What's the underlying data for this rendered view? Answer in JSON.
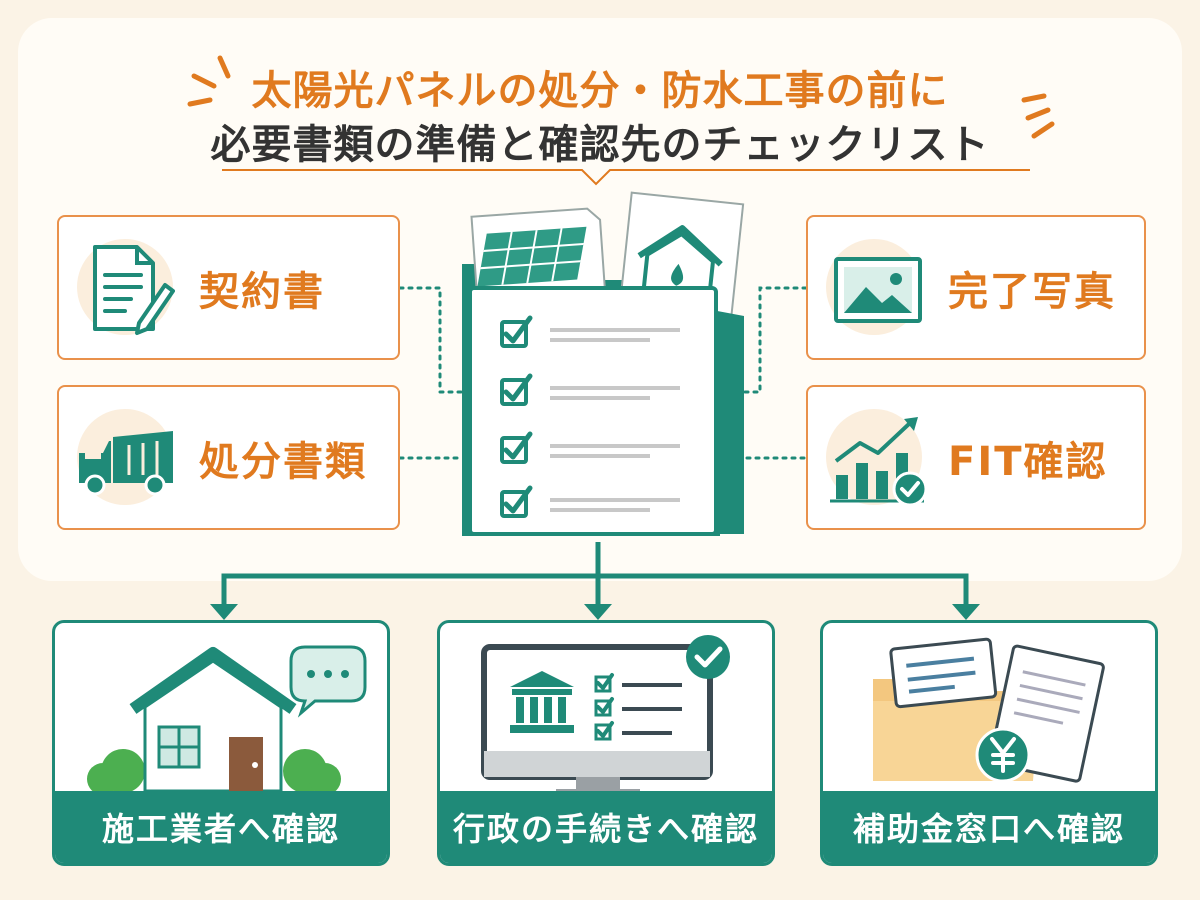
{
  "header": {
    "title_line1": "太陽光パネルの処分・防水工事の前に",
    "title_line2": "必要書類の準備と確認先のチェックリスト"
  },
  "documents": [
    {
      "label": "契約書",
      "icon": "contract-pen-icon"
    },
    {
      "label": "処分書類",
      "icon": "garbage-truck-icon"
    },
    {
      "label": "完了写真",
      "icon": "photo-icon"
    },
    {
      "label": "FIT確認",
      "icon": "growth-chart-check-icon"
    }
  ],
  "destinations": [
    {
      "label": "施工業者へ確認",
      "icon": "house-speech-icon"
    },
    {
      "label": "行政の手続きへ確認",
      "icon": "government-monitor-icon"
    },
    {
      "label": "補助金窓口へ確認",
      "icon": "subsidy-documents-icon"
    }
  ],
  "colors": {
    "accent_orange": "#e07a1f",
    "accent_teal": "#1f8a78",
    "background": "#fbf3e6",
    "panel": "#fffcf6"
  }
}
